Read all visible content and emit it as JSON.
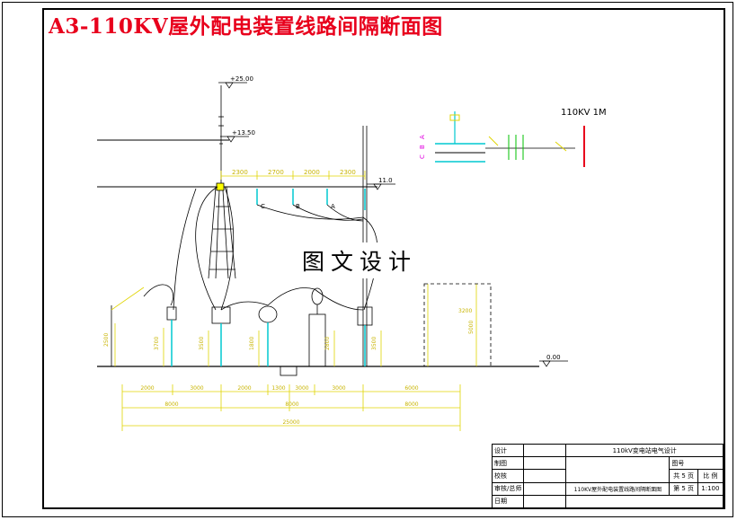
{
  "title": "A3-110KV屋外配电装置线路间隔断面图",
  "watermark": "图文设计",
  "elevations": {
    "top": "+25.00",
    "mid": "+13.50",
    "bus": "11.0",
    "ground": "0.00"
  },
  "phases_section": [
    "C",
    "B",
    "A"
  ],
  "phases_mini": [
    "C",
    "B",
    "A"
  ],
  "mini_label": "110KV 1M",
  "spacing_top": [
    "2300",
    "2700",
    "2000",
    "2300"
  ],
  "heights_left": [
    "2500",
    "3700",
    "3500",
    "1800",
    "2800",
    "3500"
  ],
  "height_right": [
    "3200",
    "5000"
  ],
  "dims_row1": [
    "2000",
    "3000",
    "2000",
    "1300",
    "3000",
    "3000",
    "6000"
  ],
  "dims_row2": [
    "8000",
    "8000",
    "8000"
  ],
  "dims_total": "25000",
  "title_block": {
    "design": "设计",
    "draw": "制图",
    "check": "校核",
    "approve": "审核/总师",
    "date": "日期",
    "project": "110kV变电站电气设计",
    "drawing_no": "图号",
    "drawing_name": "110KV屋外配电装置线路间隔断面图",
    "sheets": "共 5 页",
    "sheet": "第 5 页",
    "scale_label": "比 例",
    "scale": "1:100"
  }
}
